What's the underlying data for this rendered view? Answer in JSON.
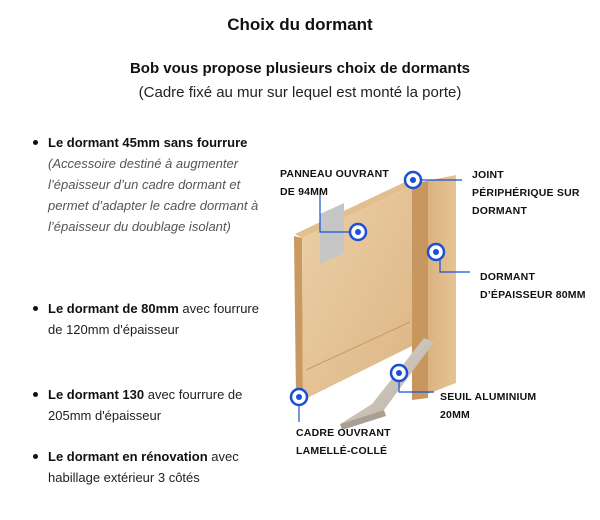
{
  "header": {
    "title": "Choix du dormant",
    "subtitle": "Bob vous propose plusieurs choix de dormants",
    "description": "(Cadre fixé au mur sur lequel est monté la porte)"
  },
  "options": [
    {
      "bold": "Le dormant 45mm sans fourrure",
      "text": "",
      "italic": "(Accessoire destiné à augmenter l’épaisseur d’un cadre dormant et permet d’adapter le cadre dormant à l’épaisseur du doublage isolant)"
    },
    {
      "bold": "Le dormant de 80mm",
      "text": "avec fourrure de 120mm d'épaisseur",
      "italic": ""
    },
    {
      "bold": "Le dormant 130",
      "text": "avec fourrure de 205mm d'épaisseur",
      "italic": ""
    },
    {
      "bold": "Le dormant en rénovation",
      "text": "avec habillage extérieur 3 côtés",
      "italic": ""
    }
  ],
  "callouts": {
    "panneau": {
      "line1": "PANNEAU OUVRANT",
      "line2": "DE 94MM"
    },
    "joint": {
      "line1": "JOINT",
      "line2": "PÉRIPHÉRIQUE SUR",
      "line3": "DORMANT"
    },
    "dormant": {
      "line1": "DORMANT",
      "line2": "D’ÉPAISSEUR 80MM"
    },
    "seuil": {
      "line1": "SEUIL ALUMINIUM",
      "line2": "20MM"
    },
    "cadre": {
      "line1": "CADRE OUVRANT",
      "line2": "LAMELLÉ-COLLÉ"
    }
  },
  "colors": {
    "accent": "#1a4fd6",
    "wood_light": "#e8c79a",
    "wood_mid": "#d9b07b",
    "wood_dark": "#b98952",
    "aluminium": "#cfc8be",
    "insulation": "#c9c9c9"
  }
}
